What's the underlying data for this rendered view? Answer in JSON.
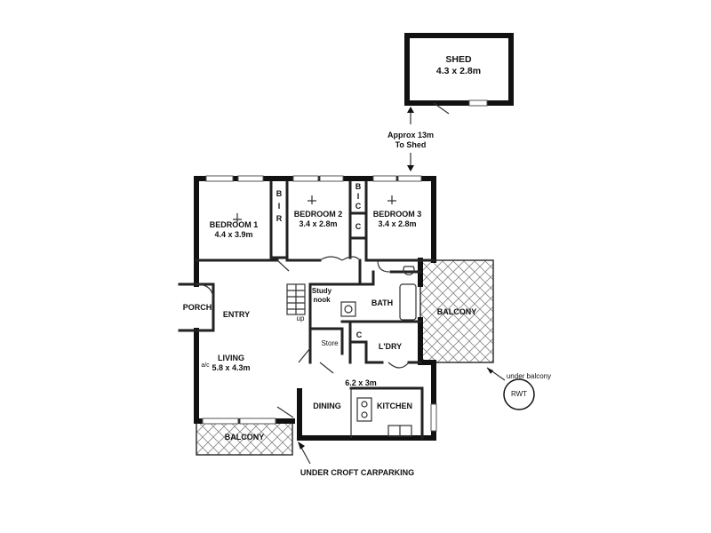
{
  "rooms": {
    "shed": {
      "name": "SHED",
      "size": "4.3 x 2.8m"
    },
    "bedroom1": {
      "name": "BEDROOM 1",
      "size": "4.4 x 3.9m"
    },
    "bedroom2": {
      "name": "BEDROOM 2",
      "size": "3.4 x 2.8m"
    },
    "bedroom3": {
      "name": "BEDROOM 3",
      "size": "3.4 x 2.8m"
    },
    "living": {
      "name": "LIVING",
      "size": "5.8 x 4.3m"
    },
    "dining_kitchen_size": "6.2 x 3m",
    "dining": "DINING",
    "kitchen": "KITCHEN",
    "porch": "PORCH",
    "entry": "ENTRY",
    "bath": "BATH",
    "laundry": "L'DRY",
    "store": "Store",
    "study_nook": [
      "Study",
      "nook"
    ],
    "balcony_right": "BALCONY",
    "balcony_bottom": "BALCONY"
  },
  "labels": {
    "bir": [
      "B",
      "I",
      "R"
    ],
    "bic": [
      "B",
      "I",
      "C"
    ],
    "c1": "C",
    "c2": "C",
    "up": "up",
    "ac": "a/c",
    "shed_distance": [
      "Approx 13m",
      "To Shed"
    ],
    "under_balcony": "under balcony",
    "rwt": "RWT",
    "carparking": "UNDER CROFT CARPARKING"
  }
}
